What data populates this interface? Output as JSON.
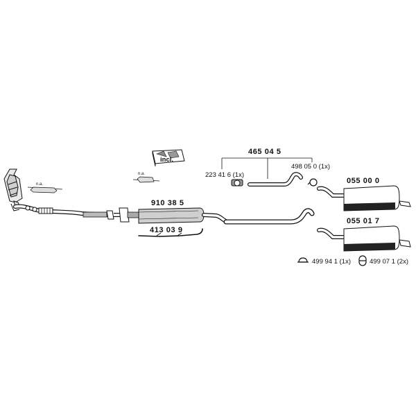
{
  "parts": {
    "catalytic_converter": {
      "note": "n.a."
    },
    "sensor_bracket": {
      "note": "n.a."
    },
    "kit_box": {
      "label": "incl."
    },
    "front_pipe": {},
    "center_pipe": {
      "number": "910 38 5"
    },
    "heat_shield": {
      "number": "413 03 9"
    },
    "tail_pipe": {
      "number": "465 04 5"
    },
    "clamp_223": {
      "number": "223 41 6 (1x)"
    },
    "clamp_498": {
      "number": "498 05 0 (1x)"
    },
    "rear_muffler_a": {
      "number": "055 00 0"
    },
    "rear_muffler_b": {
      "number": "055 01 7"
    },
    "mount_clamp": {
      "number": "499 94 1 (1x)"
    },
    "rubber_hanger": {
      "number": "499 07 1 (2x)"
    }
  }
}
